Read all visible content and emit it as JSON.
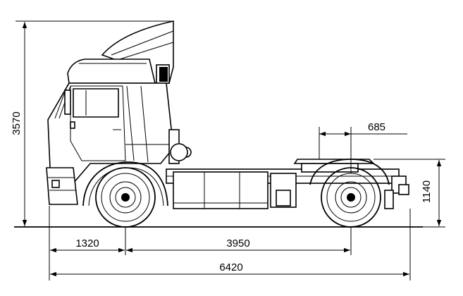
{
  "colors": {
    "line": "#000000",
    "background": "#ffffff"
  },
  "dimensions": {
    "overall_height": "3570",
    "fifth_wheel_offset": "685",
    "fifth_wheel_height": "1140",
    "front_overhang": "1320",
    "wheelbase": "3950",
    "overall_length": "6420"
  }
}
